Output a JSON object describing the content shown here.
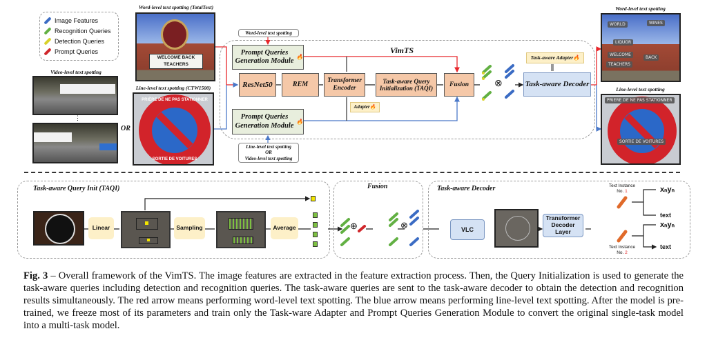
{
  "legend": [
    {
      "label": "Image Features",
      "color": "#3b6cc4"
    },
    {
      "label": "Recognition Queries",
      "color": "#62b043"
    },
    {
      "label": "Detection Queries",
      "color": "#d8d22c"
    },
    {
      "label": "Prompt Queries",
      "color": "#d0262b"
    }
  ],
  "inputs": {
    "word_label": "Word-level text spotting (TotalText)",
    "line_label": "Line-level text spotting (CTW1500)",
    "video_label": "Video-level text spotting",
    "or": "OR",
    "sign_text": [
      "WELCOME BACK",
      "TEACHERS"
    ],
    "stop_top": "PRIÈRE DE NE PAS STATIONNER",
    "stop_bottom": "SORTIE DE VOITURES"
  },
  "vimts": {
    "title": "VimTS",
    "word_prompt": "Word-level text spotting",
    "line_prompt": [
      "Line-level text spotting",
      "OR",
      "Video-level text spotting"
    ],
    "pqgm": "Prompt Queries Generation Module",
    "resnet": "ResNet50",
    "rem": "REM",
    "encoder": "Transformer Encoder",
    "taqi": "Task-aware Query Initialization (TAQI)",
    "fusion": "Fusion",
    "adapter": "Adapter",
    "task_adapter": "Task-aware Adapter",
    "decoder": "Task-aware Decoder",
    "fire_icon": "🔥",
    "colors": {
      "word": "#e8262b",
      "line": "#4a78c8"
    }
  },
  "outputs": {
    "word_label": "Word-level text spotting",
    "line_label": "Line-level text spotting",
    "word_tags": [
      "WORLD",
      "WINES",
      "LIQUOR",
      "WELCOME",
      "BACK",
      "TEACHERS"
    ],
    "line_tags": [
      "PRIERE DE NE PAS STATIONNER",
      "SORTIE DE VOITURES"
    ]
  },
  "bottom": {
    "taqi_title": "Task-aware Query Init (TAQI)",
    "linear": "Linear",
    "sampling": "Sampling",
    "average": "Average",
    "fusion_title": "Fusion",
    "decoder_title": "Task-aware Decoder",
    "vlc": "VLC",
    "tdl": "Transformer Decoder Layer",
    "inst_label": "Text Instance",
    "no1": "No. ",
    "n1": "1",
    "no2": "No. ",
    "n2": "2",
    "xy": "xₙyₙ",
    "text": "text",
    "oplus": "⊕",
    "otimes": "⊗"
  },
  "caption": {
    "fig": "Fig. 3",
    "text": " – Overall framework of the VimTS. The image features are extracted in the feature extraction process. Then, the Query Initialization is used to generate the task-aware queries including detection and recognition queries. The task-aware queries are sent to the task-aware decoder to obtain the detection and recognition results simultaneously. The red arrow means performing word-level text spotting. The blue arrow means performing line-level text spotting. After the model is pre-trained, we freeze most of its parameters and train only the Task-ware Adapter and Prompt Queries Generation Module to convert the original single-task model into a multi-task model."
  }
}
